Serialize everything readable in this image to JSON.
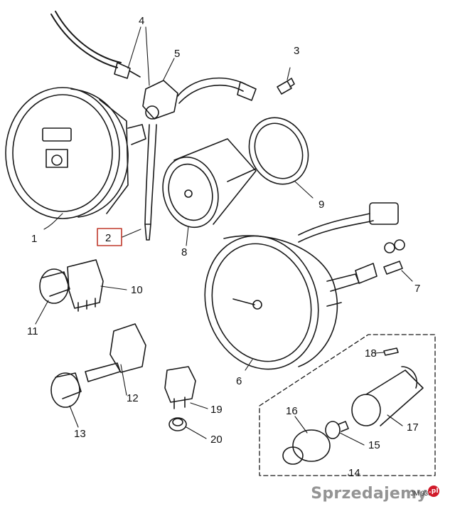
{
  "callouts": [
    "1",
    "2",
    "3",
    "4",
    "5",
    "6",
    "7",
    "8",
    "9",
    "10",
    "11",
    "12",
    "13",
    "14",
    "15",
    "16",
    "17",
    "18",
    "19",
    "20"
  ],
  "highlight_color": "#c0392b",
  "watermark": "Sprzedajemy",
  "watermark_suffix": ".pl",
  "drawing_code": "JM 9366"
}
